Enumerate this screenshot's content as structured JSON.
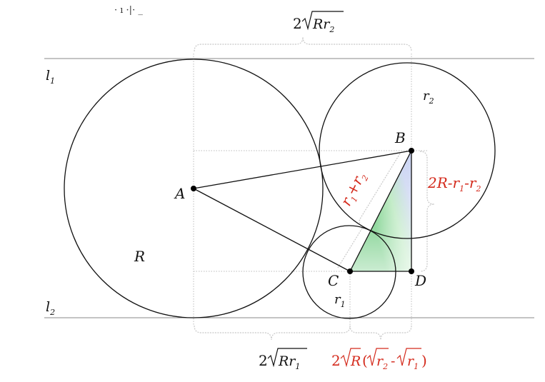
{
  "title_fragment": "· ı ·|· _",
  "lines": {
    "l1": "l",
    "l1_sub": "1",
    "l2": "l",
    "l2_sub": "2"
  },
  "points": {
    "A": "A",
    "B": "B",
    "C": "C",
    "D": "D"
  },
  "radii": {
    "R": "R",
    "r1": "r",
    "r1_sub": "1",
    "r2": "r",
    "r2_sub": "2"
  },
  "measures": {
    "top_coef": "2",
    "top_rad": "Rr",
    "top_sub": "2",
    "bottom_left_coef": "2",
    "bottom_left_rad": "Rr",
    "bottom_left_sub": "1",
    "bottom_right_coef": "2",
    "bottom_right_R": "R",
    "bottom_right_r2": "r",
    "bottom_right_r2_sub": "2",
    "bottom_right_minus": "-",
    "bottom_right_r1": "r",
    "bottom_right_r1_sub": "1",
    "side": "2R-r",
    "side_sub1": "1",
    "side_mid": "-r",
    "side_sub2": "2",
    "hyp_r1": "r",
    "hyp_sub1": "1",
    "hyp_plus": "+r",
    "hyp_sub2": "2"
  },
  "colors": {
    "accent_red": "#d42a1c",
    "triangle_green": "#2fb84a",
    "triangle_blue": "#a8b6e6"
  }
}
